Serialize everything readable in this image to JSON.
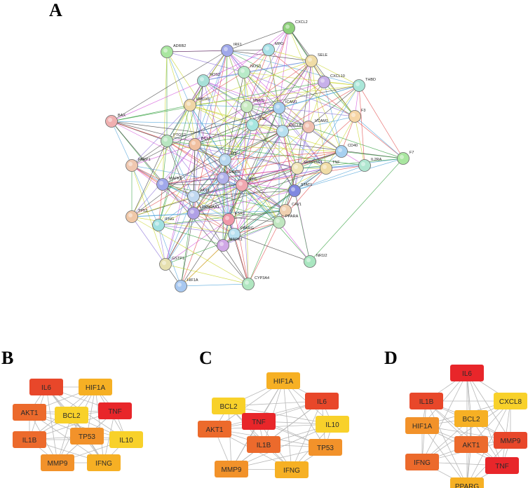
{
  "panels": {
    "a": {
      "letter": "A"
    },
    "b": {
      "letter": "B"
    },
    "c": {
      "letter": "C"
    },
    "d": {
      "letter": "D"
    }
  },
  "colors": {
    "red": "#e8262a",
    "red_orange": "#e8472a",
    "orange": "#ec6a2c",
    "light_orange": "#f2922a",
    "amber": "#f6b024",
    "yellow": "#f8d12a",
    "edge_gray": "#b8b8b8",
    "string_edges": [
      "#3a3a3a",
      "#2f9e3a",
      "#c7d320",
      "#d04cd8",
      "#8a6fd8",
      "#4aa0d8",
      "#e04040"
    ]
  },
  "network": {
    "nodes": [
      {
        "label": "CXCL2",
        "color": "#8ed07a"
      },
      {
        "label": "ADRB2",
        "color": "#a9e6a0"
      },
      {
        "label": "IRF1",
        "color": "#9fa8ea"
      },
      {
        "label": "MPO",
        "color": "#a7e0e6"
      },
      {
        "label": "SELE",
        "color": "#f0dca6"
      },
      {
        "label": "NOS3",
        "color": "#b8eac8"
      },
      {
        "label": "NOS2",
        "color": "#a7e0d8"
      },
      {
        "label": "CXCL10",
        "color": "#c7b0ea"
      },
      {
        "label": "THBD",
        "color": "#a9e6d8"
      },
      {
        "label": "BAX",
        "color": "#f0b0b0"
      },
      {
        "label": "HMOX1",
        "color": "#f0d6a6"
      },
      {
        "label": "MMP9",
        "color": "#c8eac0"
      },
      {
        "label": "ICAM1",
        "color": "#a7d0f0"
      },
      {
        "label": "VCAM1",
        "color": "#f0c0b0"
      },
      {
        "label": "F3",
        "color": "#f6d6a6"
      },
      {
        "label": "PARP1",
        "color": "#f0c8b0"
      },
      {
        "label": "PTGS2",
        "color": "#b8e6c0"
      },
      {
        "label": "IL10",
        "color": "#a7e6e0"
      },
      {
        "label": "CXCL8",
        "color": "#b8e0f0"
      },
      {
        "label": "CD40",
        "color": "#a7d0f0"
      },
      {
        "label": "F7",
        "color": "#a9e6a0"
      },
      {
        "label": "TNF",
        "color": "#f0dca6"
      },
      {
        "label": "IL6",
        "color": "#b8d8f0"
      },
      {
        "label": "SERPINE1",
        "color": "#f0e6b8"
      },
      {
        "label": "IL2RA",
        "color": "#b0e6d0"
      },
      {
        "label": "BCL2",
        "color": "#f0c0a0"
      },
      {
        "label": "EGFR",
        "color": "#b0b0ea"
      },
      {
        "label": "MAPK8",
        "color": "#a0a8ea"
      },
      {
        "label": "AKT1",
        "color": "#c0d8f0"
      },
      {
        "label": "MYC",
        "color": "#f0a8b0"
      },
      {
        "label": "STAT1",
        "color": "#8088e0"
      },
      {
        "label": "CAV1",
        "color": "#f0d0b0"
      },
      {
        "label": "PPARA",
        "color": "#c0e6c0"
      },
      {
        "label": "ESR1",
        "color": "#f098a8"
      },
      {
        "label": "HSP90AA1",
        "color": "#b0a0e6"
      },
      {
        "label": "PPARG",
        "color": "#b8e0f0"
      },
      {
        "label": "MAPK1",
        "color": "#d0a8e6"
      },
      {
        "label": "NR1I2",
        "color": "#a9e6c0"
      },
      {
        "label": "GSTP1",
        "color": "#e6e0b0"
      },
      {
        "label": "CYP3A4",
        "color": "#b0e6c0"
      },
      {
        "label": "HIF1A",
        "color": "#a8c8f0"
      },
      {
        "label": "TP53",
        "color": "#f0c8a8"
      },
      {
        "label": "IFNG",
        "color": "#a0e0e0"
      }
    ]
  },
  "hubs": {
    "b": [
      {
        "label": "IL6",
        "color": "#e8472a"
      },
      {
        "label": "HIF1A",
        "color": "#f6b024"
      },
      {
        "label": "AKT1",
        "color": "#ec6a2c"
      },
      {
        "label": "BCL2",
        "color": "#f8d12a"
      },
      {
        "label": "TNF",
        "color": "#e8262a"
      },
      {
        "label": "IL1B",
        "color": "#ec6a2c"
      },
      {
        "label": "TP53",
        "color": "#f2922a"
      },
      {
        "label": "IL10",
        "color": "#f8d12a"
      },
      {
        "label": "MMP9",
        "color": "#f2922a"
      },
      {
        "label": "IFNG",
        "color": "#f6b024"
      }
    ],
    "c": [
      {
        "label": "HIF1A",
        "color": "#f6b024"
      },
      {
        "label": "BCL2",
        "color": "#f8d12a"
      },
      {
        "label": "IL6",
        "color": "#e8472a"
      },
      {
        "label": "TNF",
        "color": "#e8262a"
      },
      {
        "label": "IL10",
        "color": "#f8d12a"
      },
      {
        "label": "AKT1",
        "color": "#ec6a2c"
      },
      {
        "label": "IL1B",
        "color": "#ec6a2c"
      },
      {
        "label": "TP53",
        "color": "#f2922a"
      },
      {
        "label": "MMP9",
        "color": "#f2922a"
      },
      {
        "label": "IFNG",
        "color": "#f6b024"
      }
    ],
    "d": [
      {
        "label": "IL6",
        "color": "#e8262a"
      },
      {
        "label": "IL1B",
        "color": "#e8472a"
      },
      {
        "label": "CXCL8",
        "color": "#f8d12a"
      },
      {
        "label": "BCL2",
        "color": "#f6b024"
      },
      {
        "label": "HIF1A",
        "color": "#f2922a"
      },
      {
        "label": "AKT1",
        "color": "#ec6a2c"
      },
      {
        "label": "MMP9",
        "color": "#e8472a"
      },
      {
        "label": "IFNG",
        "color": "#ec6a2c"
      },
      {
        "label": "TNF",
        "color": "#e8262a"
      },
      {
        "label": "PPARG",
        "color": "#f6b024"
      }
    ]
  }
}
